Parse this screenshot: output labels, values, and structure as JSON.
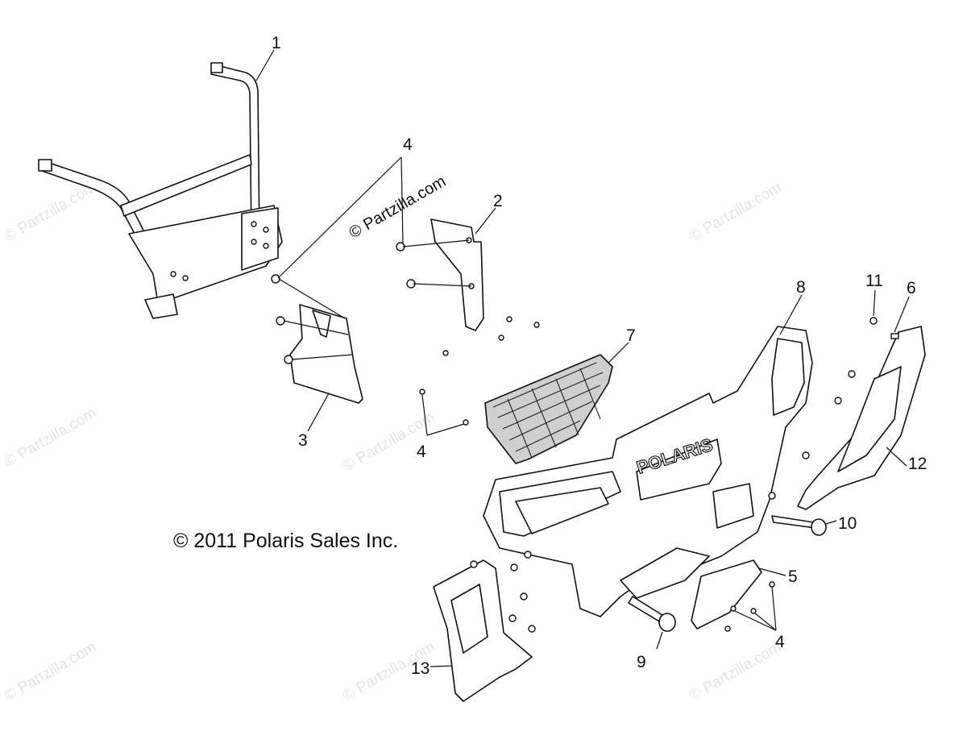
{
  "diagram": {
    "copyright": "© 2011 Polaris Sales Inc.",
    "watermark": "© Partzilla.com",
    "brand_text": "POLARIS",
    "callouts": [
      "1",
      "2",
      "3",
      "4",
      "4",
      "4",
      "5",
      "6",
      "7",
      "8",
      "9",
      "10",
      "11",
      "12",
      "13"
    ]
  }
}
